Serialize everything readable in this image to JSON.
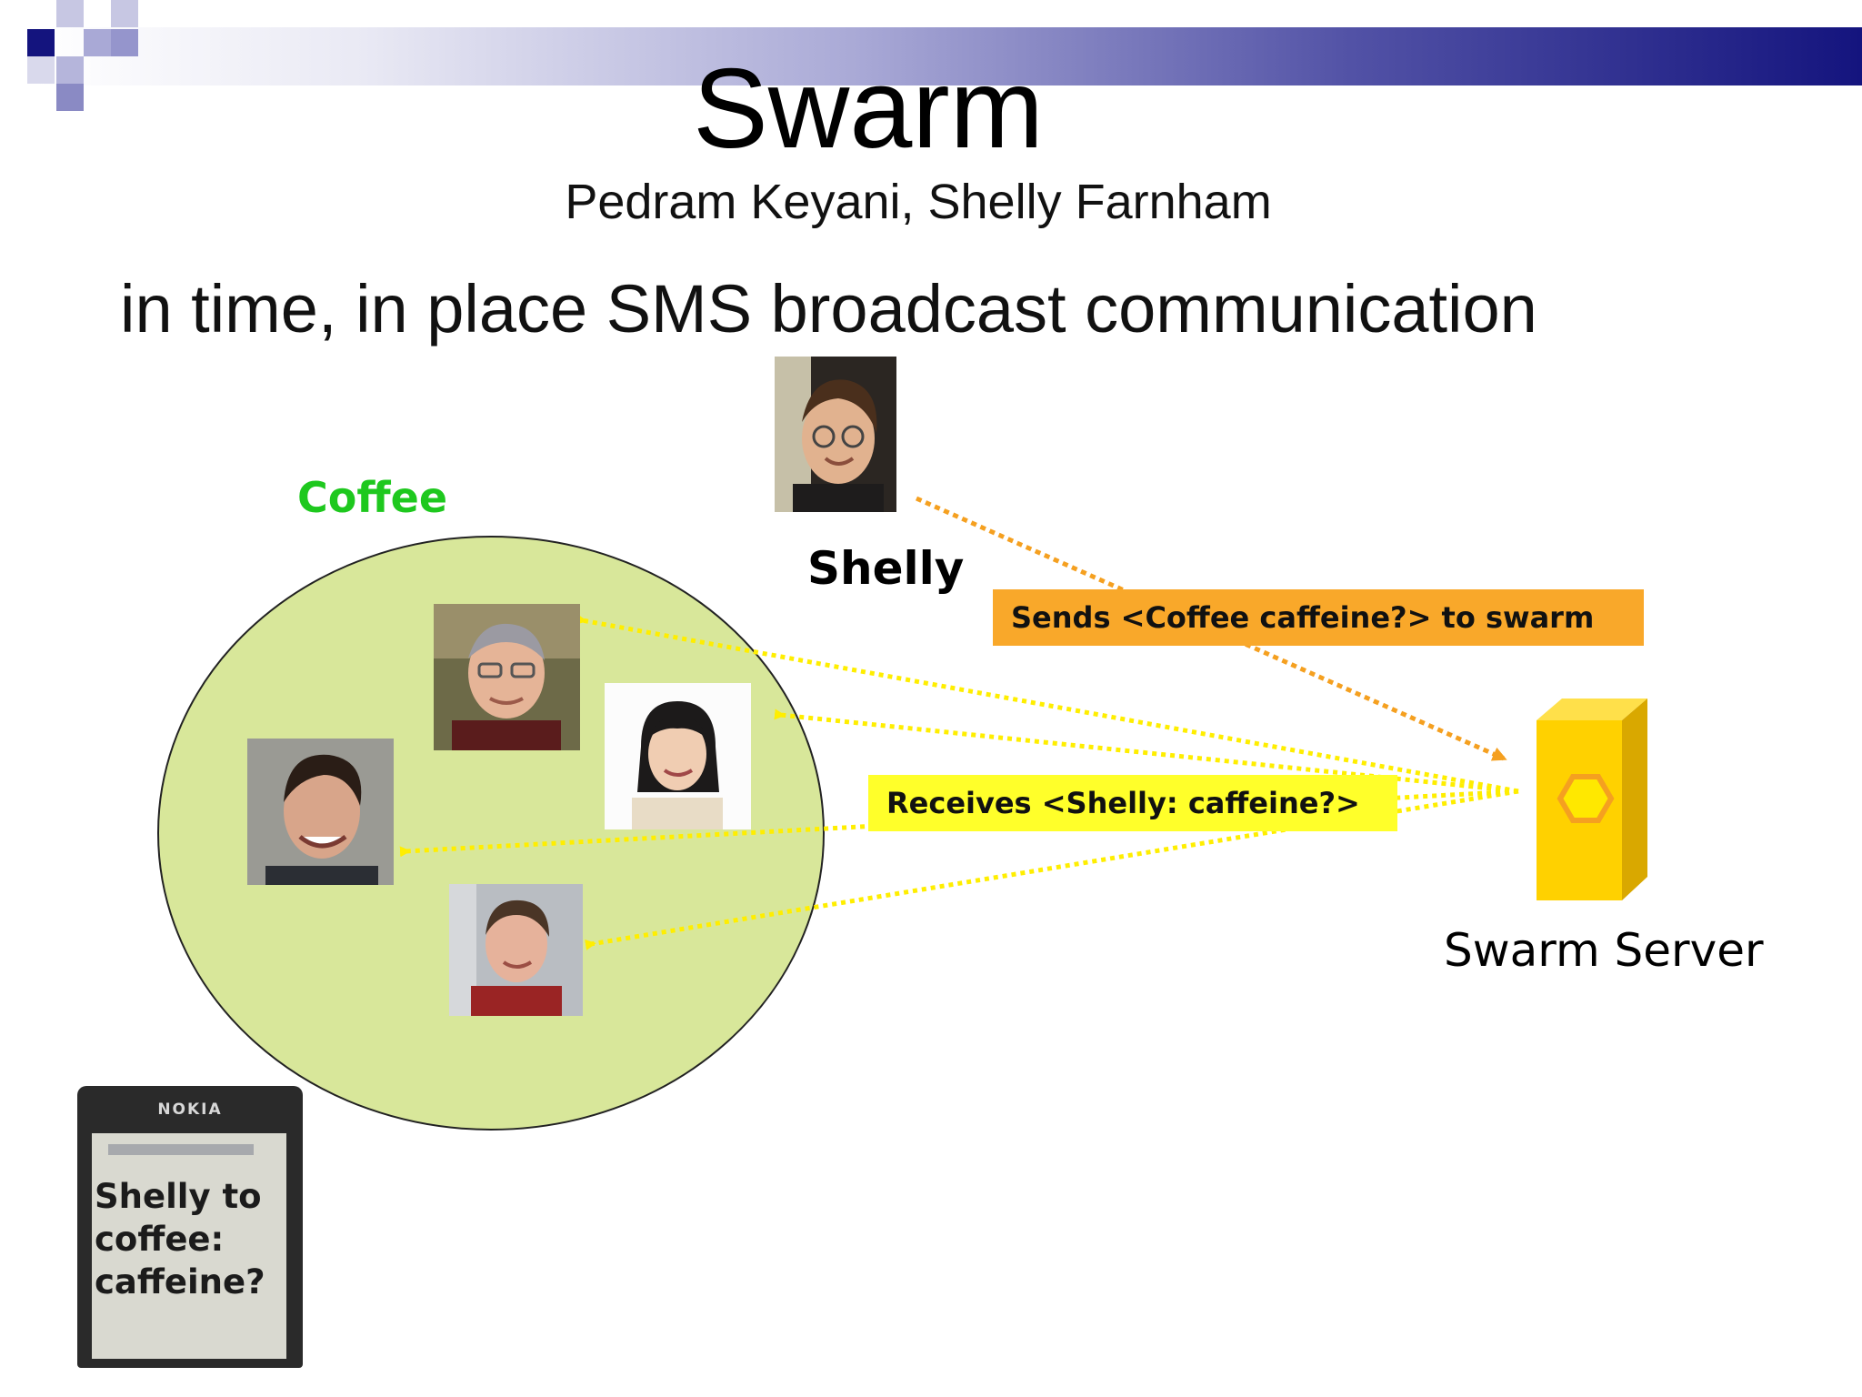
{
  "slide": {
    "title": "Swarm",
    "authors": "Pedram Keyani, Shelly Farnham",
    "tagline": "in time, in place SMS broadcast communication"
  },
  "diagram": {
    "group_label": "Coffee",
    "sender_label": "Shelly",
    "server_label": "Swarm Server",
    "send_message": "Sends <Coffee caffeine?> to swarm",
    "receive_message": "Receives <Shelly: caffeine?>",
    "phone": {
      "brand": "NOKIA",
      "lines": [
        "Shelly to",
        "coffee:",
        "caffeine?"
      ]
    }
  },
  "colors": {
    "group_circle": "#d8e79a",
    "group_label": "#1ec81e",
    "send_arrow": "#f5a020",
    "broadcast_arrow": "#ffee00",
    "server": "#ffd100"
  }
}
